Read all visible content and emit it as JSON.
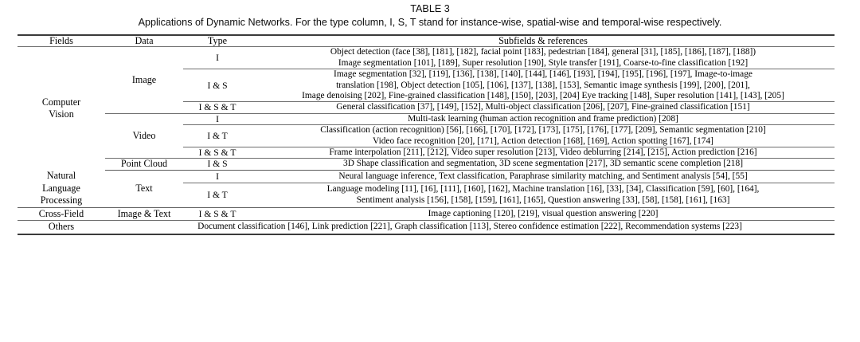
{
  "caption": {
    "table_number": "TABLE 3",
    "title": "Applications of Dynamic Networks. For the type column, I, S, T stand for instance-wise, spatial-wise and temporal-wise respectively."
  },
  "table": {
    "headers": {
      "fields": "Fields",
      "data": "Data",
      "type": "Type",
      "subfields": "Subfields & references"
    },
    "fields": {
      "computer_vision_l1": "Computer",
      "computer_vision_l2": "Vision",
      "nlp_l1": "Natural",
      "nlp_l2": "Language",
      "nlp_l3": "Processing",
      "cross_field": "Cross-Field",
      "others": "Others"
    },
    "data_col": {
      "image": "Image",
      "video": "Video",
      "point_cloud": "Point Cloud",
      "text": "Text",
      "image_and_text": "Image & Text"
    },
    "types": {
      "i": "I",
      "i_s": "I & S",
      "i_s_t": "I & S & T",
      "i_t": "I & T"
    },
    "rows": {
      "image_i": {
        "line1": "Object detection (face [38], [181], [182], facial point [183], pedestrian [184], general [31], [185], [186], [187], [188])",
        "line2": "Image segmentation [101], [189], Super resolution [190], Style transfer [191], Coarse-to-fine classification [192]"
      },
      "image_is": {
        "line1": "Image segmentation [32], [119], [136], [138], [140], [144], [146], [193], [194], [195], [196], [197], Image-to-image",
        "line2": "translation [198], Object detection [105], [106], [137], [138], [153], Semantic image synthesis [199], [200], [201],",
        "line3": "Image denoising [202], Fine-grained classification [148], [150], [203], [204] Eye tracking [148], Super resolution [141], [143], [205]"
      },
      "image_ist": {
        "line1": "General classification [37], [149], [152], Multi-object classification [206], [207], Fine-grained classification [151]"
      },
      "video_i": {
        "line1": "Multi-task learning (human action recognition and frame prediction) [208]"
      },
      "video_it": {
        "line1": "Classification (action recognition) [56], [166], [170], [172], [173], [175], [176], [177], [209], Semantic segmentation [210]",
        "line2": "Video face recognition [20], [171], Action detection [168], [169], Action spotting [167], [174]"
      },
      "video_ist": {
        "line1": "Frame interpolation [211], [212], Video super resolution [213], Video deblurring [214], [215], Action prediction [216]"
      },
      "point_cloud_is": {
        "line1": "3D Shape classification and segmentation, 3D scene segmentation [217], 3D semantic scene completion [218]"
      },
      "text_i": {
        "line1": "Neural language inference, Text classification, Paraphrase similarity matching, and Sentiment analysis [54], [55]"
      },
      "text_it": {
        "line1": "Language modeling [11], [16], [111], [160], [162], Machine translation [16], [33], [34], Classification [59], [60], [164],",
        "line2": "Sentiment analysis [156], [158], [159], [161], [165], Question answering [33], [58], [158], [161], [163]"
      },
      "cross_field_ist": {
        "line1": "Image captioning [120], [219], visual question answering [220]"
      },
      "others_row": {
        "line1": "Document classification [146], Link prediction [221], Graph classification [113], Stereo confidence estimation [222], Recommendation systems [223]"
      }
    }
  }
}
